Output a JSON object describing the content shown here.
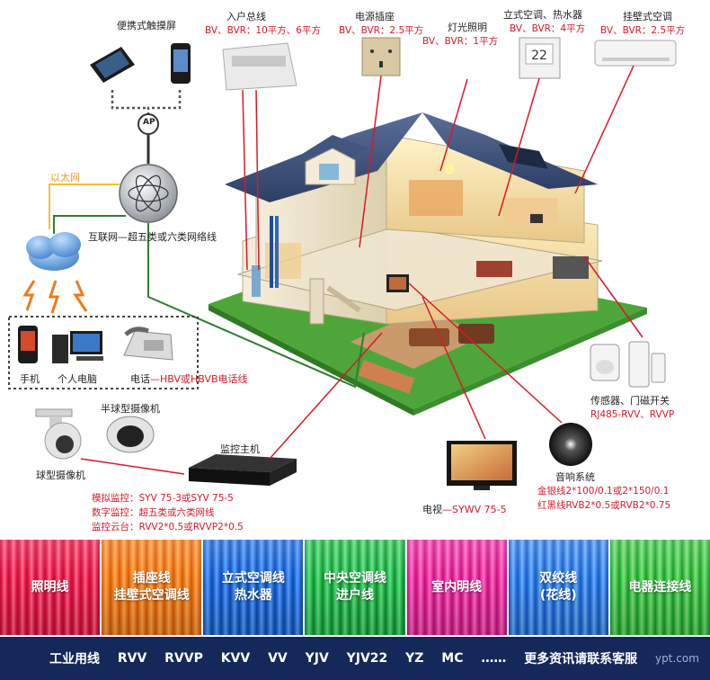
{
  "devices": {
    "portable_touch": "便携式触摸屏",
    "ap": "AP",
    "ethernet": "以太网",
    "internet": "互联网—超五类或六类网络线",
    "phone_mobile": "手机",
    "pc": "个人电脑",
    "telephone_prefix": "电话",
    "telephone_cable": "—HBV或HBVB电话线",
    "dome_camera": "半球型摄像机",
    "ball_camera": "球型摄像机",
    "monitor_host": "监控主机",
    "monitor_analog": "模拟监控：SYV 75-3或SYV 75-5",
    "monitor_digital": "数字监控：超五类或六类网线",
    "monitor_ptz": "监控云台：RVV2*0.5或RVVP2*0.5",
    "tv_prefix": "电视",
    "tv_cable": "—SYWV 75-5",
    "audio": "音响系统",
    "audio_cable1": "金银线2*100/0.1或2*150/0.1",
    "audio_cable2": "红黑线RVB2*0.5或RVB2*0.75",
    "sensor": "传感器、门磁开关",
    "sensor_cable": "RJ485-RVV、RVVP",
    "mains": "入户总线",
    "mains_cable": "BV、BVR：10平方、6平方",
    "socket": "电源插座",
    "socket_cable": "BV、BVR：2.5平方",
    "lighting": "灯光照明",
    "lighting_cable": "BV、BVR：1平方",
    "floor_ac": "立式空调、热水器",
    "floor_ac_cable": "BV、BVR：4平方",
    "wall_ac": "挂壁式空调",
    "wall_ac_cable": "BV、BVR：2.5平方",
    "thermostat_display": "22"
  },
  "categories": [
    {
      "line1": "照明线",
      "line2": "",
      "colors": [
        "#e8184a",
        "#ff6a88",
        "#c00c34"
      ]
    },
    {
      "line1": "插座线",
      "line2": "挂壁式空调线",
      "colors": [
        "#f07818",
        "#ffa850",
        "#d05a08"
      ]
    },
    {
      "line1": "立式空调线",
      "line2": "热水器",
      "colors": [
        "#1e6ad8",
        "#5aa0ff",
        "#1048b0"
      ]
    },
    {
      "line1": "中央空调线",
      "line2": "进户线",
      "colors": [
        "#20b848",
        "#6ae08a",
        "#0e8a30"
      ]
    },
    {
      "line1": "室内明线",
      "line2": "",
      "colors": [
        "#e8289a",
        "#ff70c8",
        "#b81478"
      ]
    },
    {
      "line1": "双绞线",
      "line2": "(花线)",
      "colors": [
        "#2a7ae0",
        "#70b0ff",
        "#1858c0"
      ]
    },
    {
      "line1": "电器连接线",
      "line2": "",
      "colors": [
        "#38c040",
        "#7ee080",
        "#1c9428"
      ]
    }
  ],
  "bottom_bar": {
    "items": [
      "工业用线",
      "RVV",
      "RVVP",
      "KVV",
      "VV",
      "YJV",
      "YJV22",
      "YZ",
      "MC",
      "……",
      "更多资讯请联系客服"
    ],
    "watermark": "ypt.com"
  },
  "colors": {
    "accent_red": "#d8192a",
    "bar_bg": "#14285a"
  }
}
